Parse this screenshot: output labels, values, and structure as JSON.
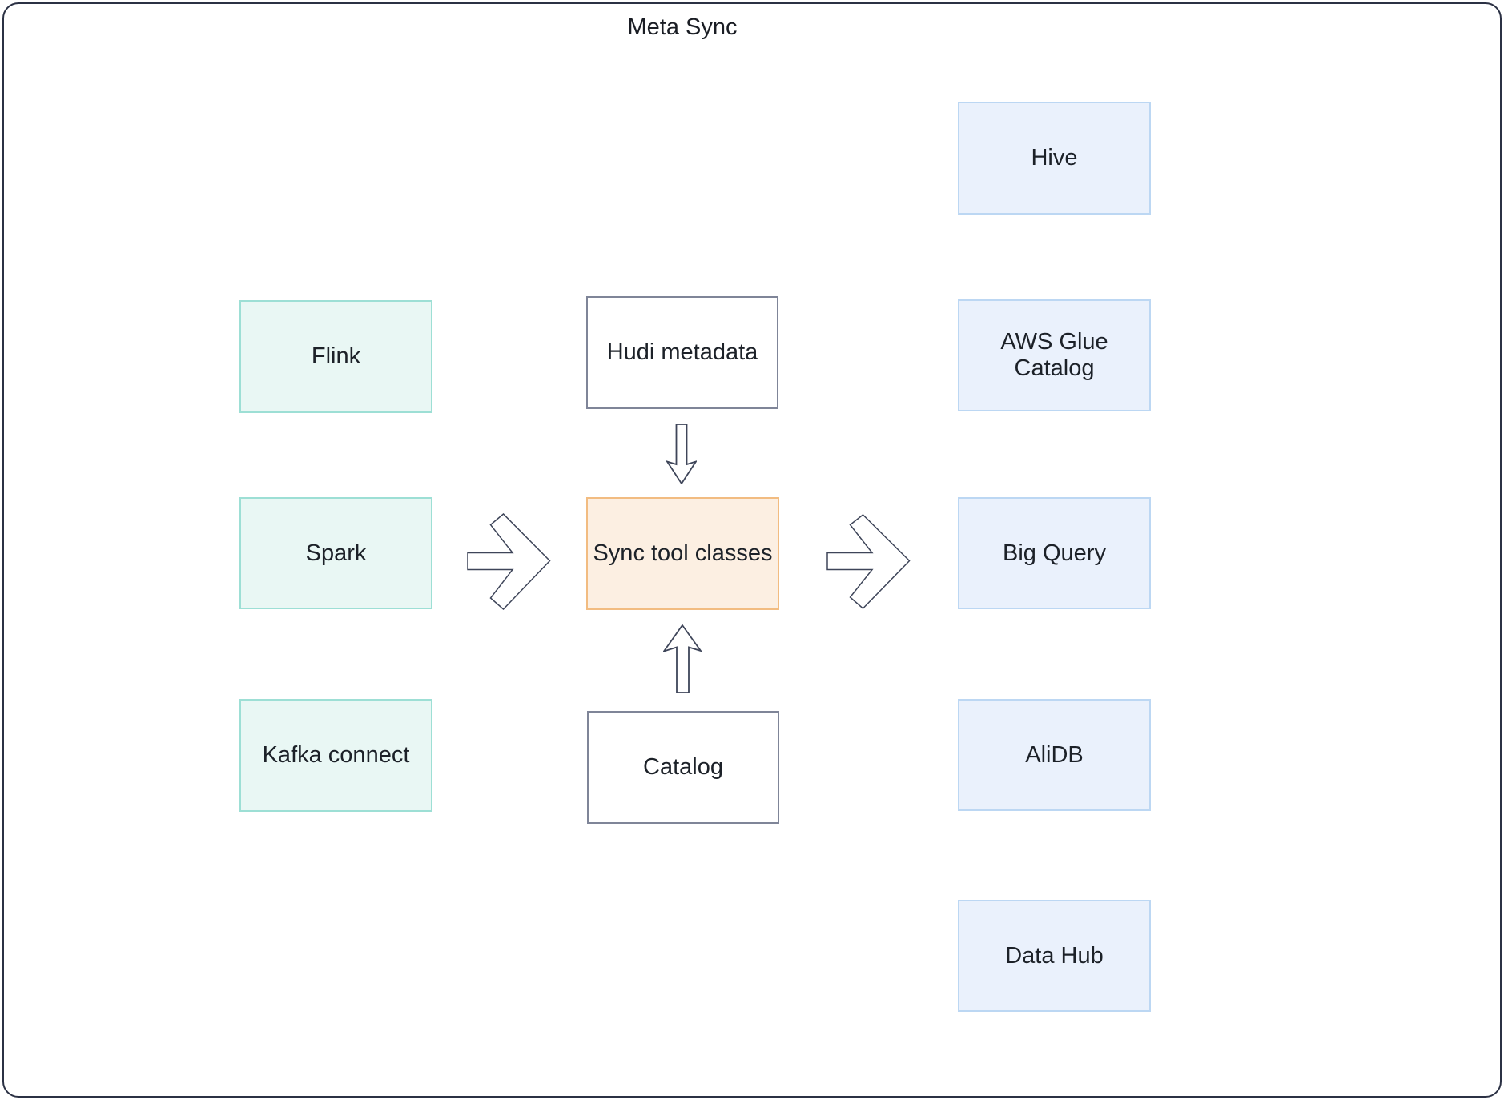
{
  "title": "Meta Sync",
  "diagram": {
    "nodes": [
      {
        "id": "flink",
        "label": "Flink",
        "group": "engines"
      },
      {
        "id": "spark",
        "label": "Spark",
        "group": "engines"
      },
      {
        "id": "kafka-connect",
        "label": "Kafka connect",
        "group": "engines"
      },
      {
        "id": "hudi-metadata",
        "label": "Hudi metadata",
        "group": "inputs"
      },
      {
        "id": "sync-tool-classes",
        "label": "Sync tool classes",
        "group": "core"
      },
      {
        "id": "catalog",
        "label": "Catalog",
        "group": "inputs"
      },
      {
        "id": "hive",
        "label": "Hive",
        "group": "targets"
      },
      {
        "id": "aws-glue-catalog",
        "label": "AWS Glue Catalog",
        "group": "targets"
      },
      {
        "id": "big-query",
        "label": "Big Query",
        "group": "targets"
      },
      {
        "id": "alidb",
        "label": "AliDB",
        "group": "targets"
      },
      {
        "id": "data-hub",
        "label": "Data Hub",
        "group": "targets"
      }
    ],
    "edges": [
      {
        "from": "engines (Flink / Spark / Kafka connect)",
        "to": "sync-tool-classes",
        "shape": "chevron-right"
      },
      {
        "from": "hudi-metadata",
        "to": "sync-tool-classes",
        "shape": "arrow-down"
      },
      {
        "from": "catalog",
        "to": "sync-tool-classes",
        "shape": "arrow-up"
      },
      {
        "from": "sync-tool-classes",
        "to": "targets (Hive / AWS Glue Catalog / Big Query / AliDB / Data Hub)",
        "shape": "chevron-right"
      }
    ]
  },
  "colors": {
    "engine_fill": "#e9f7f4",
    "engine_border": "#9ddfd5",
    "target_fill": "#eaf1fc",
    "target_border": "#bcd7f3",
    "core_fill": "#fcefe2",
    "core_border": "#f2bc81",
    "input_fill": "#ffffff",
    "input_border": "#7f8598",
    "arrow_stroke": "#3e4559",
    "page_border": "#2b3144",
    "text": "#1c2128"
  }
}
